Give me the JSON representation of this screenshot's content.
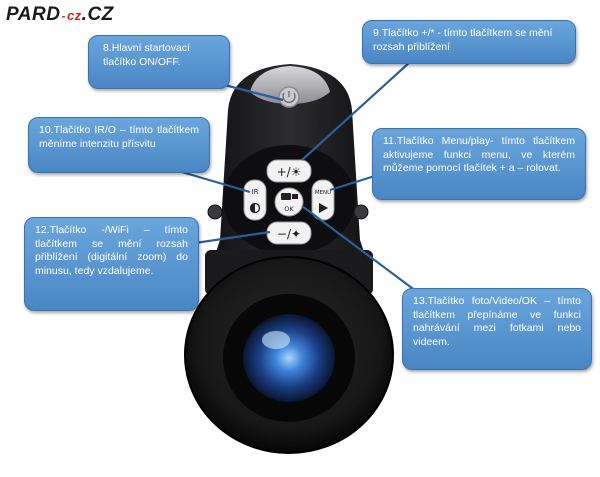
{
  "logo": {
    "main": "PARD",
    "dot": "-",
    "tld_small": "cz",
    "dot2": ".",
    "tld": "CZ"
  },
  "colors": {
    "callout_bg": "#5a96d0",
    "callout_border": "#3a72ad",
    "device_body": "#1c1c1e",
    "lens_blue": "#2f6fd0"
  },
  "device": {
    "buttons": {
      "top": "+/☀",
      "ir": "IR",
      "ok_main": "OK",
      "menu": "MENU",
      "bottom": "−/✦"
    }
  },
  "callouts": {
    "c8": "8.Hlavní startovací tlačítko ON/OFF.",
    "c9": "9.Tlačítko +/* - tímto tlačítkem se mění rozsah přiblížení",
    "c10": "10.Tlačítko IR/O – tímto tlačítkem měníme intenzitu přísvitu",
    "c11": "11.Tlačítko Menu/play- tímto tlačítkem aktivujeme funkci menu, ve kterém můžeme pomocí tlačítek + a – rolovat.",
    "c12": "12.Tlačítko -/WiFi – tímto tlačítkem se mění rozsah přiblížení (digitální zoom) do minusu, tedy vzdalujeme.",
    "c13": "13.Tlačítko foto/Video/OK – tímto tlačítkem přepínáme ve funkci nahrávání mezi fotkami nebo videem."
  }
}
